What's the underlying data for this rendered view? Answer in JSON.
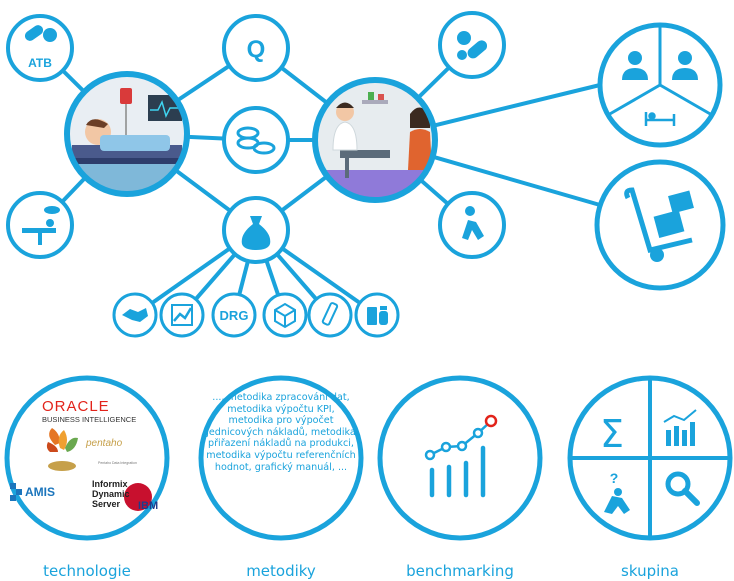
{
  "colors": {
    "accent": "#1aa3dc",
    "oracle_red": "#e2231a",
    "ibm_red": "#c8102e"
  },
  "network": {
    "nodes": [
      {
        "id": "atb",
        "icon": "pills-atb-icon",
        "label": "ATB"
      },
      {
        "id": "quality",
        "icon": "q-letter-icon",
        "label": "Q"
      },
      {
        "id": "hospital-ward",
        "icon": "patient-bed-image"
      },
      {
        "id": "money",
        "icon": "coins-icon"
      },
      {
        "id": "outpatient",
        "icon": "doctor-office-image"
      },
      {
        "id": "drugs",
        "icon": "pills-icon"
      },
      {
        "id": "surgery",
        "icon": "surgery-lamp-icon"
      },
      {
        "id": "cost",
        "icon": "money-bag-icon"
      },
      {
        "id": "care",
        "icon": "care-person-icon"
      },
      {
        "id": "staff",
        "icon": "staff-bed-icon"
      },
      {
        "id": "logistics",
        "icon": "hand-truck-icon"
      }
    ],
    "small_icons": [
      {
        "icon": "handshake-icon"
      },
      {
        "icon": "chart-icon"
      },
      {
        "icon": "drg-icon",
        "label": "DRG"
      },
      {
        "icon": "box-icon"
      },
      {
        "icon": "syringe-icon"
      },
      {
        "icon": "medicine-icon"
      }
    ]
  },
  "bottom": {
    "technologie": {
      "caption": "technologie",
      "logos": {
        "oracle": "ORACLE",
        "oracle_sub": "BUSINESS INTELLIGENCE",
        "pentaho": "pentaho",
        "pentaho_sub": "Pentaho Data Integration",
        "amis": "AMIS",
        "informix_1": "Informix",
        "informix_2": "Dynamic",
        "informix_3": "Server",
        "ibm": "IBM"
      }
    },
    "metodiky": {
      "caption": "metodiky",
      "text": "..., metodika zpracování dat, metodika výpočtu KPI, metodika pro výpočet jednicových nákladů, metodika přiřazení nákladů na produkci, metodika výpočtu referenčních hodnot, grafický manuál, ..."
    },
    "benchmarking": {
      "caption": "benchmarking",
      "icon": "benchmark-chart-icon"
    },
    "skupina": {
      "caption": "skupina",
      "icons": [
        "sigma-icon",
        "bar-chart-icon",
        "question-person-icon",
        "magnifier-icon"
      ]
    }
  }
}
